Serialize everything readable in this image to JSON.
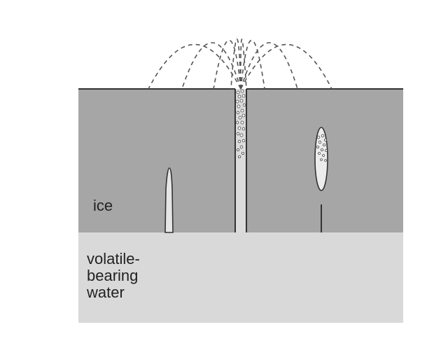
{
  "colors": {
    "background": "#ffffff",
    "ice": "#a6a6a6",
    "water": "#d9d9d9",
    "outline": "#333333",
    "bubble": "#ffffff"
  },
  "labels": {
    "ice": "ice",
    "water_lines": [
      "volatile-",
      "bearing",
      "water"
    ]
  }
}
